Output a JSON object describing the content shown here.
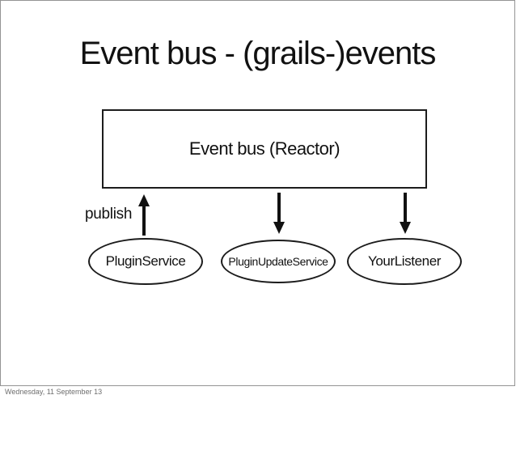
{
  "slide": {
    "title": "Event bus - (grails-)events",
    "footer": "Wednesday, 11 September 13",
    "diagram": {
      "bus_box_label": "Event bus (Reactor)",
      "publish_label": "publish",
      "nodes": [
        {
          "label": "PluginService"
        },
        {
          "label": "PluginUpdateService"
        },
        {
          "label": "YourListener"
        }
      ]
    },
    "colors": {
      "background": "#ffffff",
      "stroke": "#1c1c1c",
      "frame_border": "#949494",
      "footer_text": "#6e6e6e"
    }
  }
}
